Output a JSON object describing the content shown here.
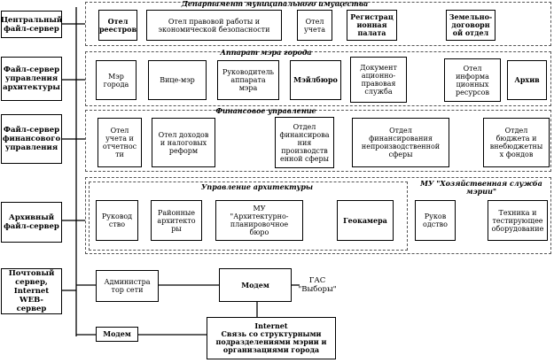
{
  "servers": {
    "central": "Центральный\nфайл-сервер",
    "architecture": "Файл-сервер\nуправления\nархитектуры",
    "finance": "Файл-сервер\nфинансового\nуправления",
    "archive": "Архивный\nфайл-сервер",
    "mail": "Почтовый\nсервер,\nInternet WEB-\nсервер"
  },
  "departments": {
    "property": {
      "title": "Департамент муниципального имущества",
      "units": [
        "Отел\nреестров",
        "Отел правовой работы и\nэкономической безопасности",
        "Отел\nучета",
        "Регистрац\nионная\nпалата",
        "Земельно-\nдоговорн\nой отдел"
      ]
    },
    "mayor": {
      "title": "Аппарат мэра города",
      "units": [
        "Мэр\nгорода",
        "Вице-мэр",
        "Руководитель\nаппарата\nмэра",
        "Мэйлбюро",
        "Документ\nационно-\nправовая\nслужба",
        "Отел\nинформа\nционных\nресурсов",
        "Архив"
      ]
    },
    "finance": {
      "title": "Финансовое управление",
      "units": [
        "Отел\nучета и\nотчетнос\nти",
        "Отел доходов\nи налоговых\nреформ",
        "Отдел\nфинансирова\nния\nпроизводств\nенной сферы",
        "Отдел\nфинансирования\nнепроизводственной\nсферы",
        "Отдел\nбюджета и\nвнебюджетны\nх фондов"
      ]
    },
    "architecture": {
      "title": "Управление архитектуры",
      "units": [
        "Руковод\nство",
        "Районные\nархитекто\nры",
        "МУ\n\"Архитектурно-\nпланировочное\nбюро",
        "Геокамера"
      ]
    },
    "municipal": {
      "title": "МУ \"Хозяйственная служба\nмэрии\"",
      "units": [
        "Руков\nодство",
        "Техника и\nтестирующее\nоборудование"
      ]
    }
  },
  "network": {
    "admin": "Администра\nтор сети",
    "modem1": "Модем",
    "gas": "ГАС\n\"Выборы\"",
    "modem2": "Модем",
    "internet": "Internet\nСвязь со структурными\nподразделениями мэрии и\nорганизациями города"
  }
}
